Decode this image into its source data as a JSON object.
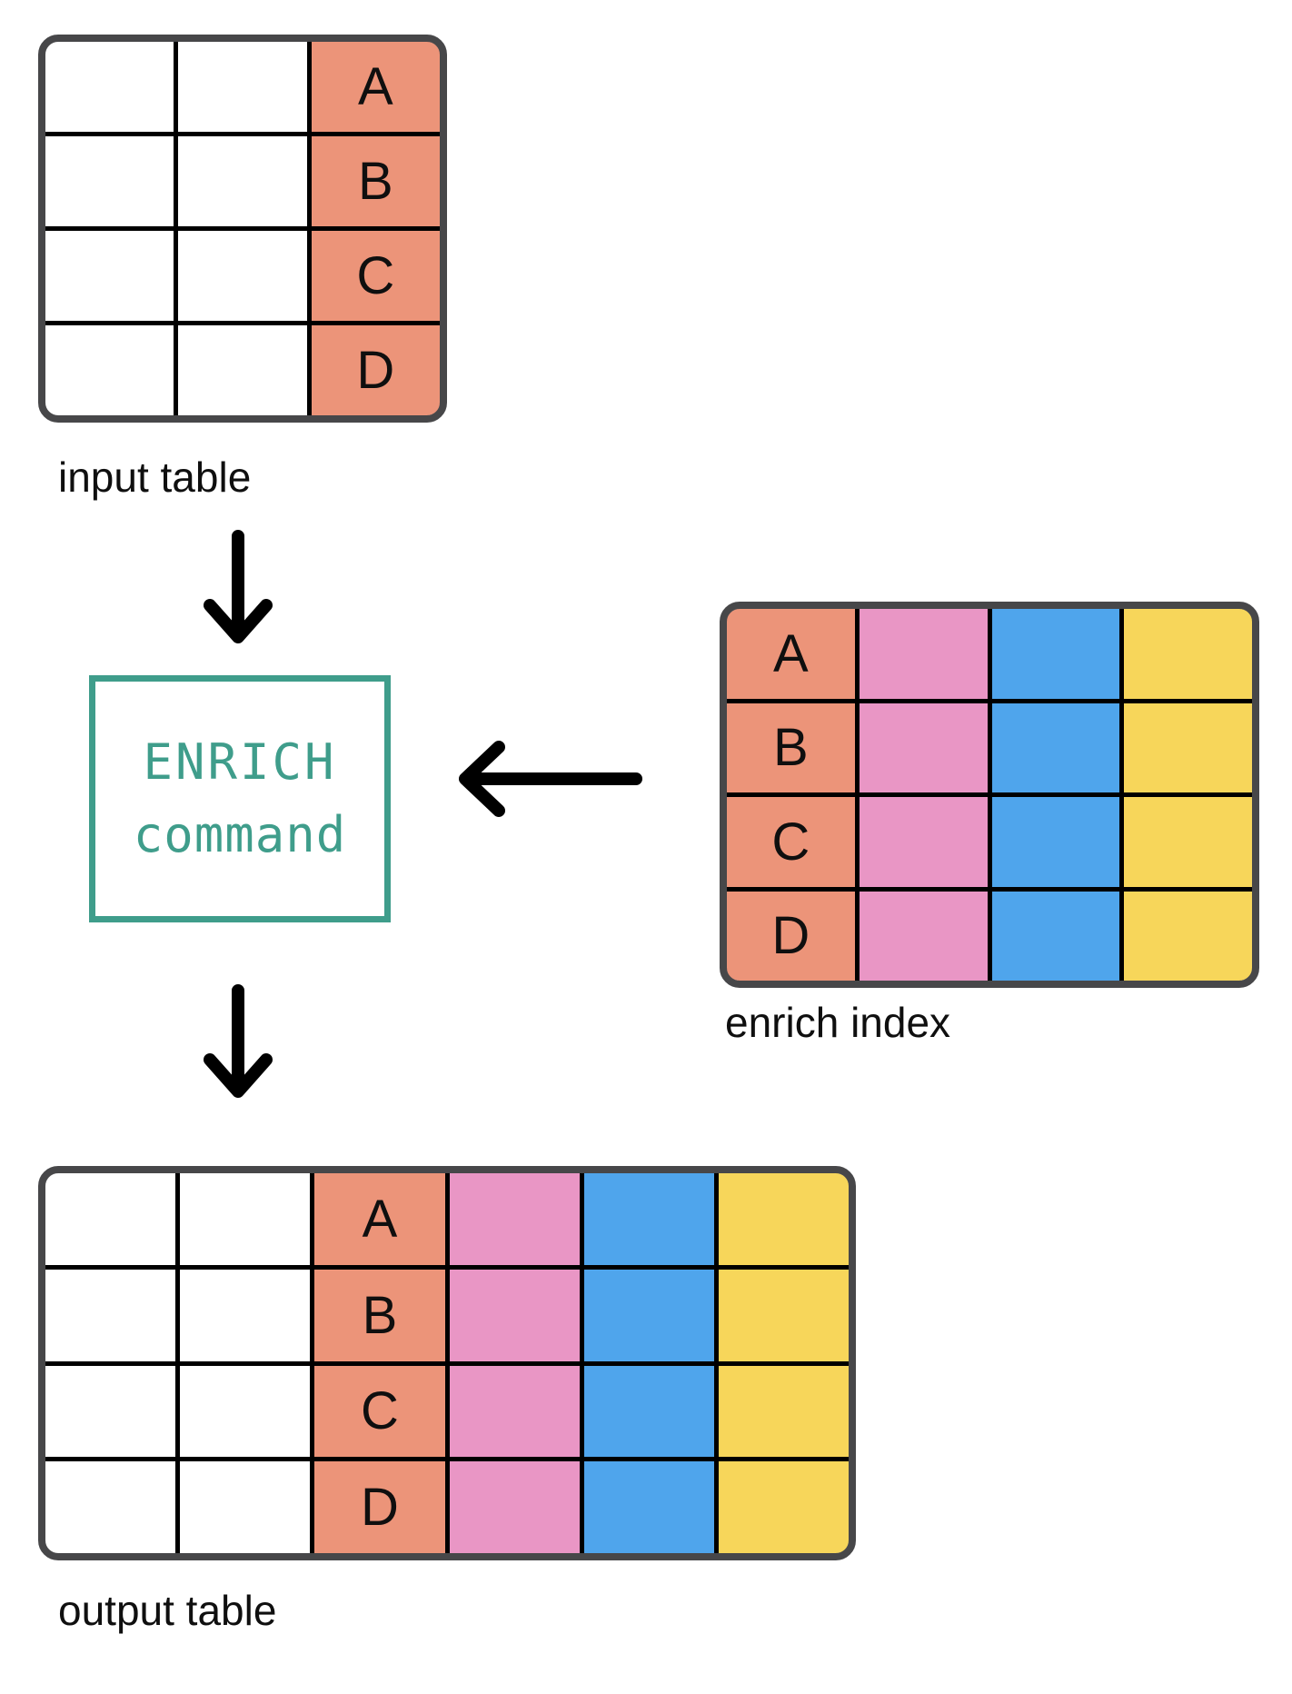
{
  "colors": {
    "salmon": "#EC9479",
    "pink": "#E996C5",
    "blue": "#4FA5EC",
    "yellow": "#F7D65A",
    "teal": "#3F9D8B",
    "border-dark": "#474749",
    "grid-black": "#000000",
    "ink": "#0F0F0F"
  },
  "enrich_command": {
    "title": "ENRICH",
    "subtitle": "command"
  },
  "input_table": {
    "label": "input table",
    "column_colors": [
      "white",
      "white",
      "salmon"
    ],
    "rows": [
      {
        "cells": [
          "",
          "",
          "A"
        ]
      },
      {
        "cells": [
          "",
          "",
          "B"
        ]
      },
      {
        "cells": [
          "",
          "",
          "C"
        ]
      },
      {
        "cells": [
          "",
          "",
          "D"
        ]
      }
    ]
  },
  "enrich_index": {
    "label": "enrich index",
    "column_colors": [
      "salmon",
      "pink",
      "blue",
      "yellow"
    ],
    "rows": [
      {
        "cells": [
          "A",
          "",
          "",
          ""
        ]
      },
      {
        "cells": [
          "B",
          "",
          "",
          ""
        ]
      },
      {
        "cells": [
          "C",
          "",
          "",
          ""
        ]
      },
      {
        "cells": [
          "D",
          "",
          "",
          ""
        ]
      }
    ]
  },
  "output_table": {
    "label": "output table",
    "column_colors": [
      "white",
      "white",
      "salmon",
      "pink",
      "blue",
      "yellow"
    ],
    "rows": [
      {
        "cells": [
          "",
          "",
          "A",
          "",
          "",
          ""
        ]
      },
      {
        "cells": [
          "",
          "",
          "B",
          "",
          "",
          ""
        ]
      },
      {
        "cells": [
          "",
          "",
          "C",
          "",
          "",
          ""
        ]
      },
      {
        "cells": [
          "",
          "",
          "D",
          "",
          "",
          ""
        ]
      }
    ]
  },
  "arrows": [
    {
      "name": "arrow-input-to-command",
      "direction": "down"
    },
    {
      "name": "arrow-index-to-command",
      "direction": "left"
    },
    {
      "name": "arrow-command-to-output",
      "direction": "down"
    }
  ]
}
